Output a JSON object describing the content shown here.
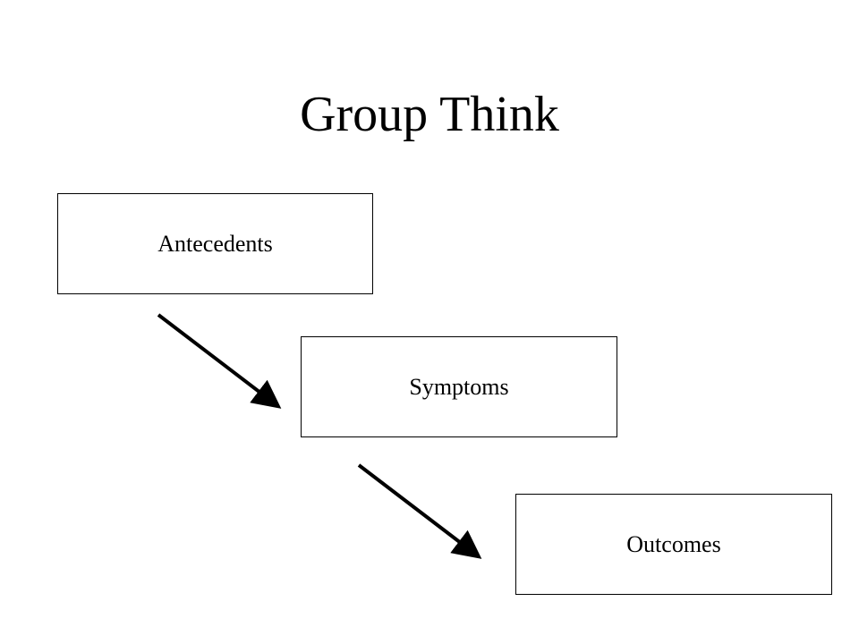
{
  "title": "Group Think",
  "diagram": {
    "nodes": [
      {
        "id": "antecedents",
        "label": "Antecedents"
      },
      {
        "id": "symptoms",
        "label": "Symptoms"
      },
      {
        "id": "outcomes",
        "label": "Outcomes"
      }
    ],
    "edges": [
      {
        "from": "antecedents",
        "to": "symptoms"
      },
      {
        "from": "symptoms",
        "to": "outcomes"
      }
    ]
  }
}
